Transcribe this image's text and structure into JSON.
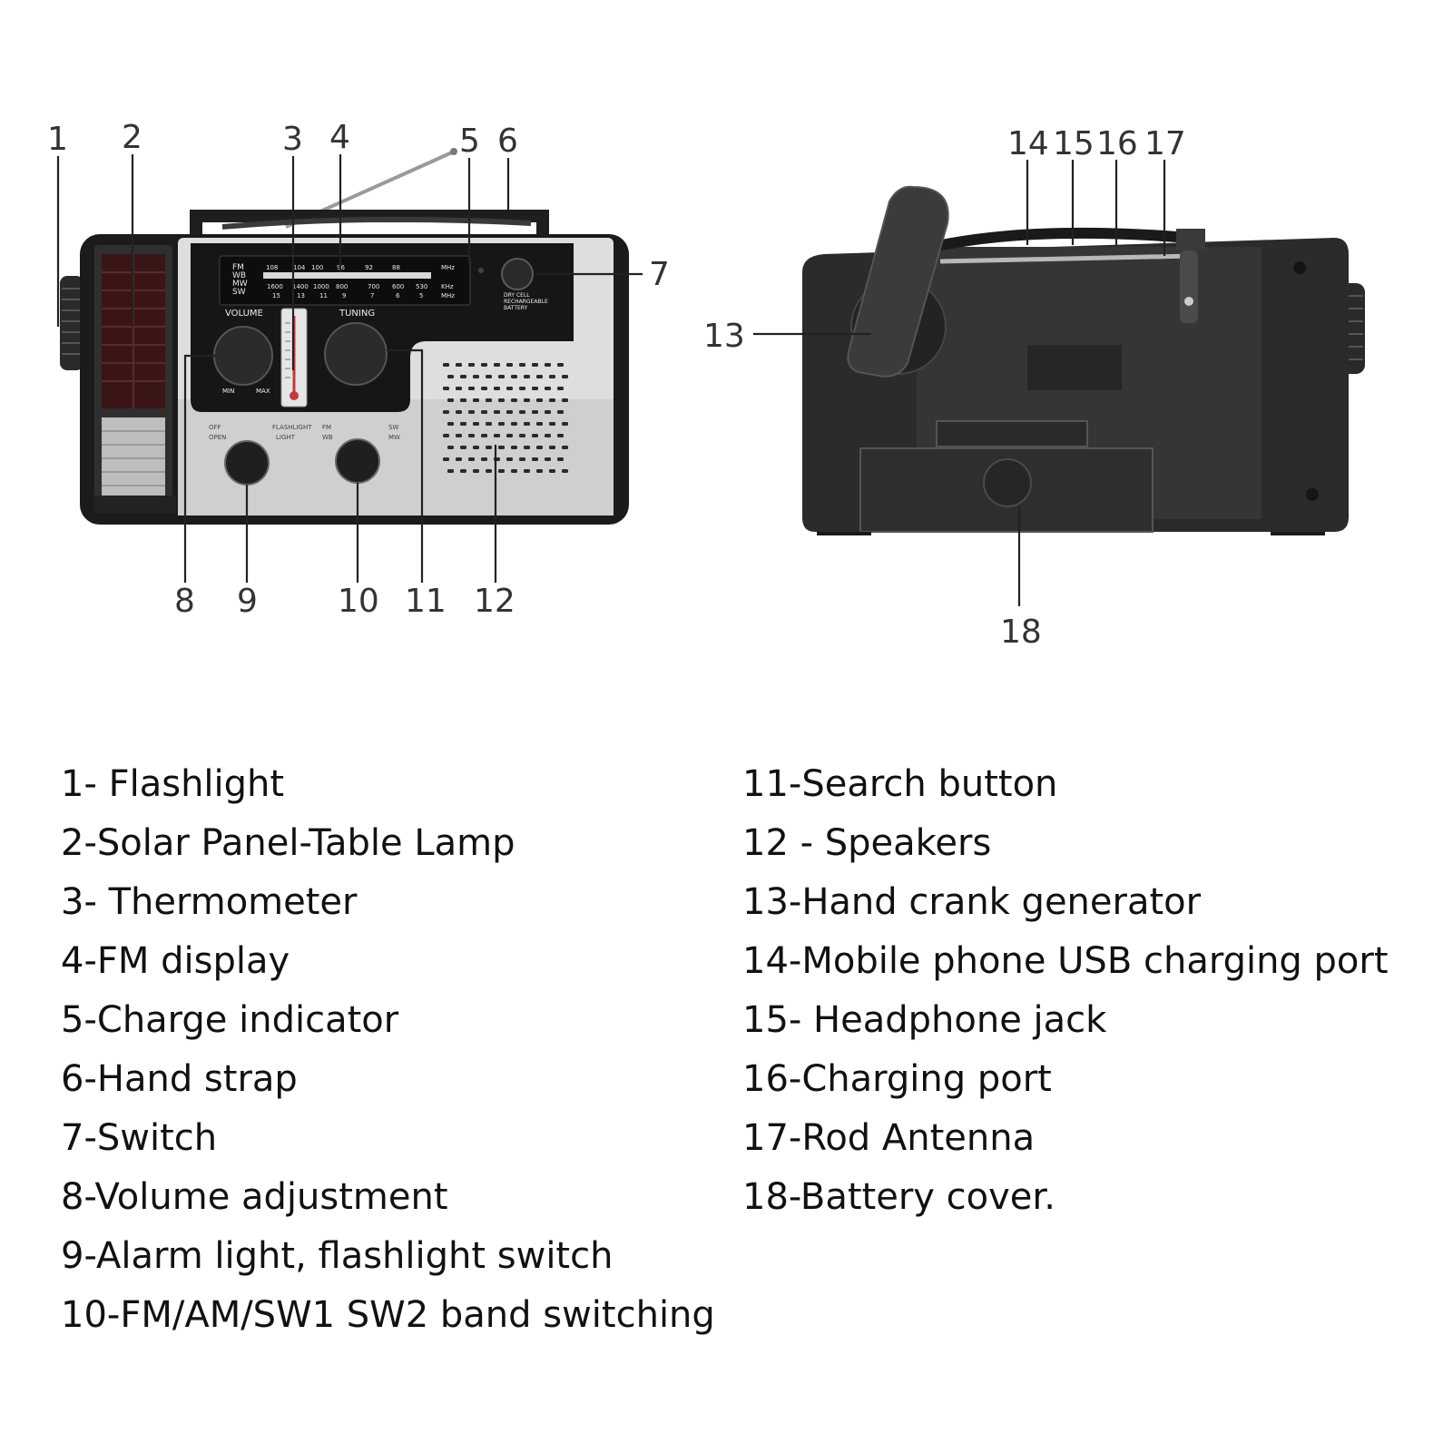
{
  "front_view": {
    "dial": {
      "bands": [
        "FM",
        "WB",
        "MW",
        "SW"
      ],
      "fm_scale": [
        "108",
        "104",
        "100",
        "96",
        "92",
        "88"
      ],
      "mw_scale": [
        "1600",
        "1400",
        "1000",
        "800",
        "700",
        "600",
        "530"
      ],
      "sw_scale": [
        "15",
        "13",
        "11",
        "9",
        "7",
        "6",
        "5"
      ],
      "units": [
        "MHz",
        "KHz",
        "MHz"
      ]
    },
    "labels": {
      "volume": "VOLUME",
      "tuning": "TUNING",
      "min": "MIN",
      "max": "MAX",
      "off": "OFF",
      "open": "OPEN",
      "flashlight": "FLASHLIGHT",
      "light": "LIGHT",
      "fm": "FM",
      "wb": "WB",
      "sw": "SW",
      "mw": "MW",
      "battery_1": "DRY CELL",
      "battery_2": "RECHARGEABLE",
      "battery_3": "BATTERY"
    },
    "callouts": [
      "1",
      "2",
      "3",
      "4",
      "5",
      "6",
      "7",
      "8",
      "9",
      "10",
      "11",
      "12"
    ]
  },
  "back_view": {
    "callouts": [
      "13",
      "14",
      "15",
      "16",
      "17",
      "18"
    ]
  },
  "legend": {
    "left": [
      "1- Flashlight",
      "2-Solar Panel-Table Lamp",
      "3- Thermometer",
      "4-FM display",
      "5-Charge indicator",
      "6-Hand strap",
      "7-Switch",
      "8-Volume adjustment",
      "9-Alarm light, flashlight switch",
      "10-FM/AM/SW1 SW2 band switching"
    ],
    "right": [
      "11-Search button",
      "12 - Speakers",
      "13-Hand crank generator",
      "14-Mobile phone USB charging port",
      "15- Headphone jack",
      "16-Charging port",
      "17-Rod Antenna",
      "18-Battery cover."
    ]
  }
}
